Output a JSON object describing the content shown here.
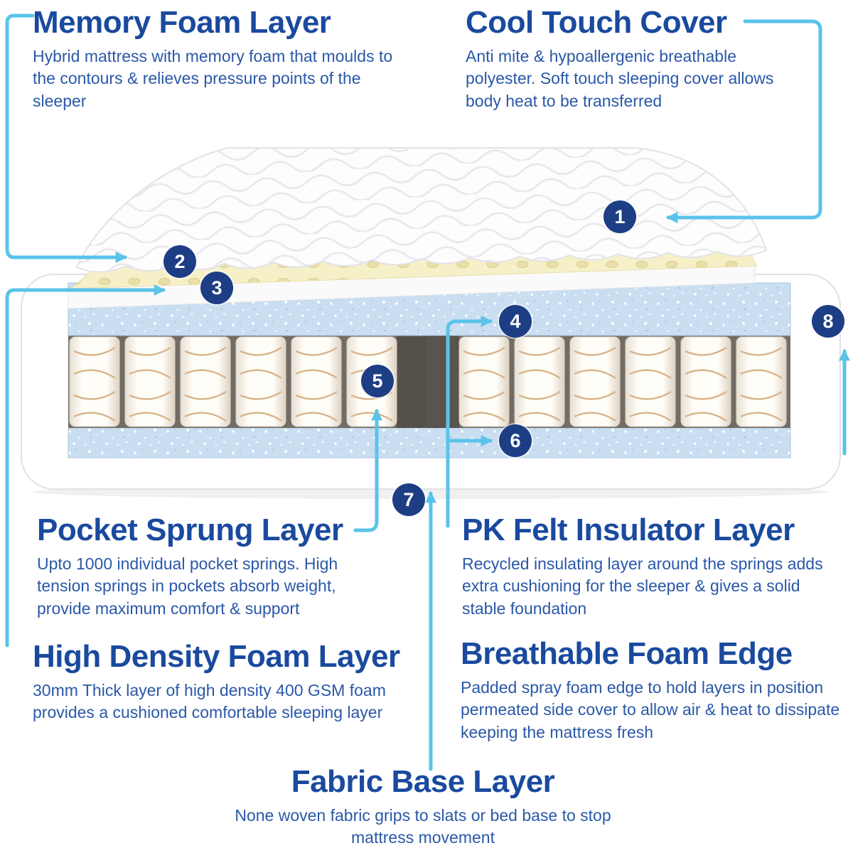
{
  "sections": {
    "memory_foam": {
      "title": "Memory Foam Layer",
      "body": "Hybrid mattress with memory foam that moulds to the contours & relieves pressure points of the sleeper"
    },
    "cool_touch": {
      "title": "Cool Touch Cover",
      "body": "Anti mite & hypoallergenic breathable polyester. Soft touch sleeping cover allows body heat to be transferred"
    },
    "pocket_sprung": {
      "title": "Pocket Sprung Layer",
      "body": "Upto 1000 individual pocket springs. High tension springs in pockets absorb weight, provide maximum comfort & support"
    },
    "pk_felt": {
      "title": "PK Felt Insulator Layer",
      "body": "Recycled insulating layer around the springs adds extra cushioning for the sleeper & gives a solid stable foundation"
    },
    "high_density": {
      "title": "High Density Foam Layer",
      "body": "30mm Thick layer of high density 400 GSM foam provides a cushioned comfortable sleeping layer"
    },
    "breathable_edge": {
      "title": "Breathable Foam Edge",
      "body": "Padded spray foam edge to hold layers in position permeated side cover to allow air & heat to dissipate keeping the mattress fresh"
    },
    "fabric_base": {
      "title": "Fabric Base Layer",
      "body": "None woven fabric grips to slats or bed base to stop mattress movement"
    }
  },
  "badges": [
    "1",
    "2",
    "3",
    "4",
    "5",
    "6",
    "7",
    "8"
  ],
  "colors": {
    "heading_blue": "#1a4a9e",
    "body_blue": "#2a58a8",
    "badge_navy": "#1d3e85",
    "arrow_cyan": "#59c3ea",
    "memory_foam_cream": "#f6f0c8",
    "felt_blue": "#c9def0",
    "spring_tan": "#d8b48c"
  }
}
